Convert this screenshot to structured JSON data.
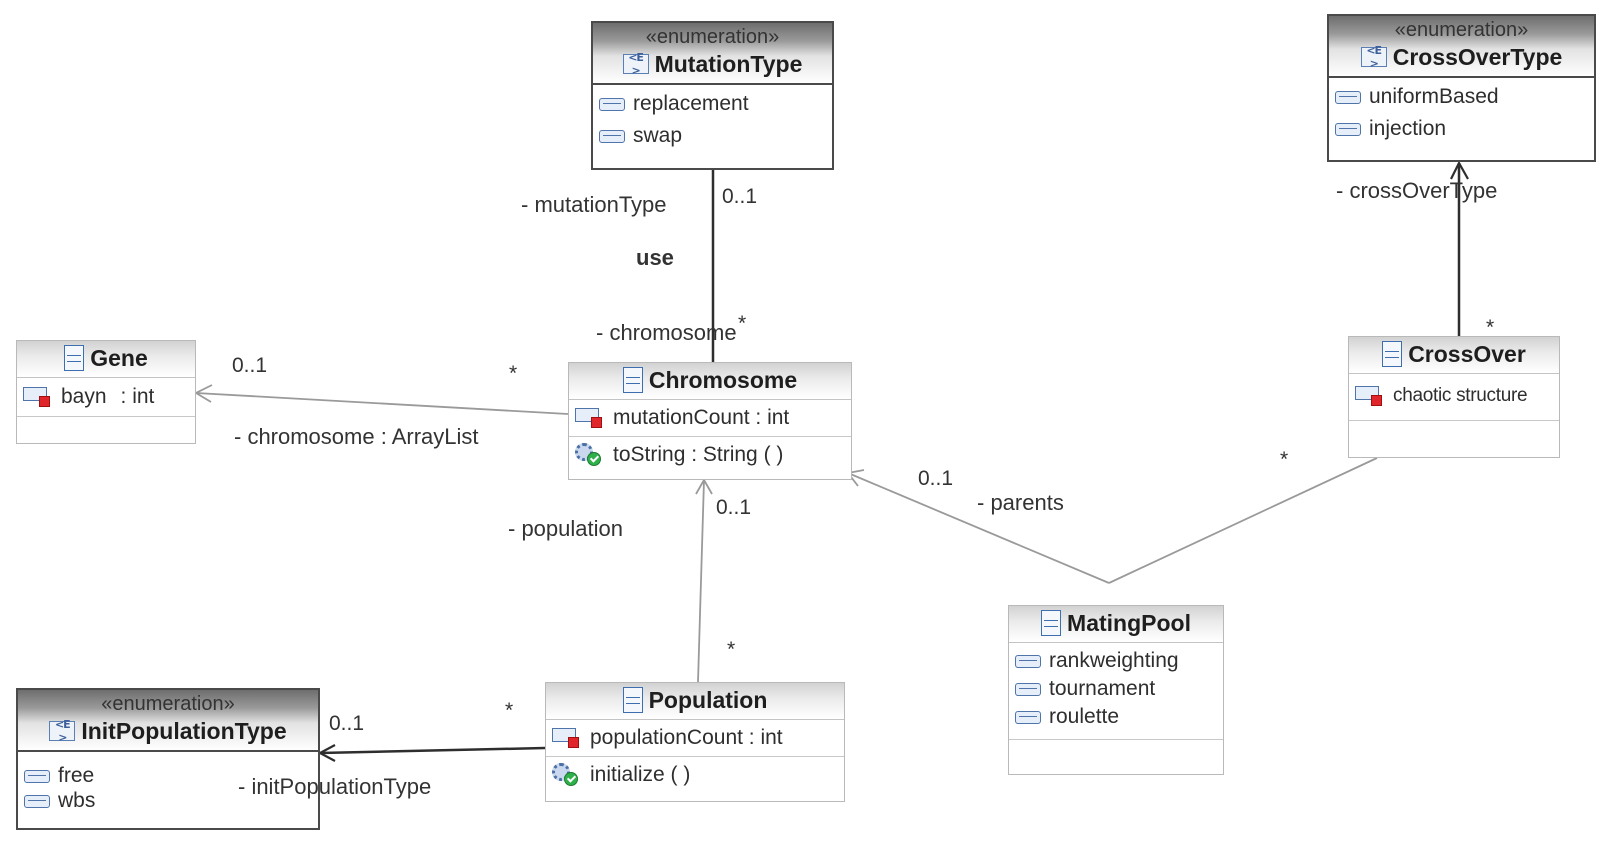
{
  "classes": {
    "mutationType": {
      "stereotype": "«enumeration»",
      "name": "MutationType",
      "literals": [
        "replacement",
        "swap"
      ]
    },
    "crossOverType": {
      "stereotype": "«enumeration»",
      "name": "CrossOverType",
      "literals": [
        "uniformBased",
        "injection"
      ]
    },
    "initPopulationType": {
      "stereotype": "«enumeration»",
      "name": "InitPopulationType",
      "literals": [
        "free",
        "wbs"
      ]
    },
    "gene": {
      "name": "Gene",
      "attributes": [
        "bayn",
        ": int"
      ]
    },
    "chromosome": {
      "name": "Chromosome",
      "attribute": "mutationCount : int",
      "operation": "toString : String ( )"
    },
    "crossOver": {
      "name": "CrossOver",
      "attribute": "chaotic structure"
    },
    "population": {
      "name": "Population",
      "attribute": "populationCount : int",
      "operation": "initialize ( )"
    },
    "matingPool": {
      "name": "MatingPool",
      "literals": [
        "rankweighting",
        "tournament",
        "roulette"
      ]
    }
  },
  "labels": {
    "mutationType_role": "- mutationType",
    "mutationType_mult": "0..1",
    "use": "use",
    "chromosome_role": "- chromosome",
    "chromosome_star": "*",
    "gene_mult": "0..1",
    "gene_star": "*",
    "gene_role": "- chromosome : ArrayList",
    "crossOverType_role": "- crossOverType",
    "crossOver_star": "*",
    "parents_mult": "0..1",
    "parents_role": "- parents",
    "parents_star": "*",
    "population_role": "- population",
    "population_mult": "0..1",
    "population_star": "*",
    "init_mult": "0..1",
    "init_star": "*",
    "init_role": "- initPopulationType"
  },
  "colors": {
    "line": "#777777",
    "enum_border": "#4a4a4a",
    "class_border": "#b9b9b9"
  }
}
